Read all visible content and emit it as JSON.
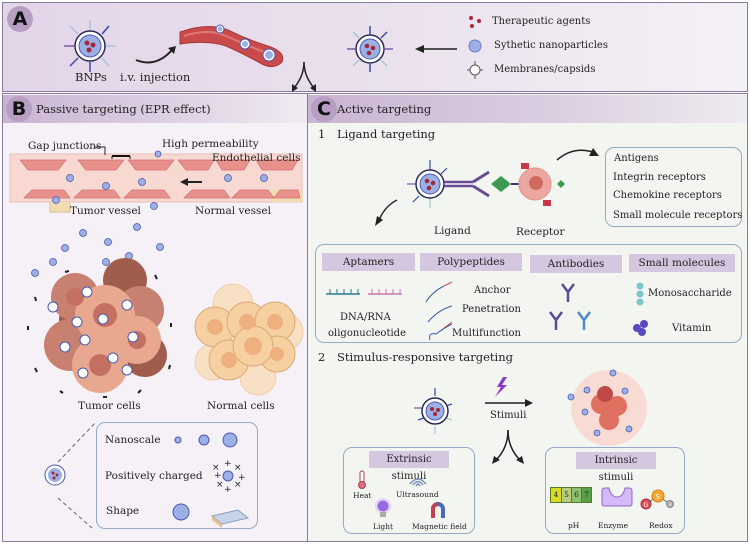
{
  "panel_a": {
    "badge": "A",
    "bnps_label": "BNPs",
    "injection_label": "i.v. injection",
    "legend": [
      {
        "icon": "therapeutic-agents-icon",
        "label": "Therapeutic agents"
      },
      {
        "icon": "synthetic-nanoparticle-icon",
        "label": "Sythetic nanoparticles"
      },
      {
        "icon": "membrane-capsid-icon",
        "label": "Membranes/capsids"
      }
    ]
  },
  "panel_b": {
    "badge": "B",
    "title": "Passive targeting (EPR effect)",
    "vessel_labels": {
      "gap_junctions": "Gap junctions",
      "high_permeability": "High permeability",
      "endothelial_cells": "Endothelial cells",
      "tumor_vessel": "Tumor vessel",
      "normal_vessel": "Normal vessel"
    },
    "cell_labels": {
      "tumor": "Tumor cells",
      "normal": "Normal cells"
    },
    "properties": [
      "Nanoscale",
      "Positively charged",
      "Shape"
    ]
  },
  "panel_c": {
    "badge": "C",
    "title": "Active targeting",
    "section1": {
      "number": "1",
      "title": "Ligand targeting"
    },
    "ligand_label": "Ligand",
    "receptor_label": "Receptor",
    "receptor_types": [
      "Antigens",
      "Integrin receptors",
      "Chemokine receptors",
      "Small molecule receptors"
    ],
    "ligand_categories": [
      {
        "title": "Aptamers",
        "items": [
          "DNA/RNA",
          "oligonucleotide"
        ]
      },
      {
        "title": "Polypeptides",
        "items": [
          "Anchor",
          "Penetration",
          "Multifunction"
        ]
      },
      {
        "title": "Antibodies",
        "items": []
      },
      {
        "title": "Small molecules",
        "items": [
          "Monosaccharide",
          "Vitamin"
        ]
      }
    ],
    "section2": {
      "number": "2",
      "title": "Stimulus-responsive targeting"
    },
    "stimuli_label": "Stimuli",
    "extrinsic": {
      "title": "Extrinsic stimuli",
      "items": [
        "Heat",
        "Ultrasound",
        "Light",
        "Magnetic field"
      ]
    },
    "intrinsic": {
      "title": "Intrinsic stimuli",
      "items": [
        "pH",
        "Enzyme",
        "Redox"
      ],
      "ph_scale": [
        "4",
        "5",
        "6",
        "7"
      ],
      "redox_atoms": [
        "G",
        "S",
        "H"
      ]
    }
  },
  "colors": {
    "border": "#8a7aa0",
    "header_purple": "#c9b4d2",
    "tag_purple": "#d6c7e0",
    "box_blue": "#97a8c8"
  }
}
